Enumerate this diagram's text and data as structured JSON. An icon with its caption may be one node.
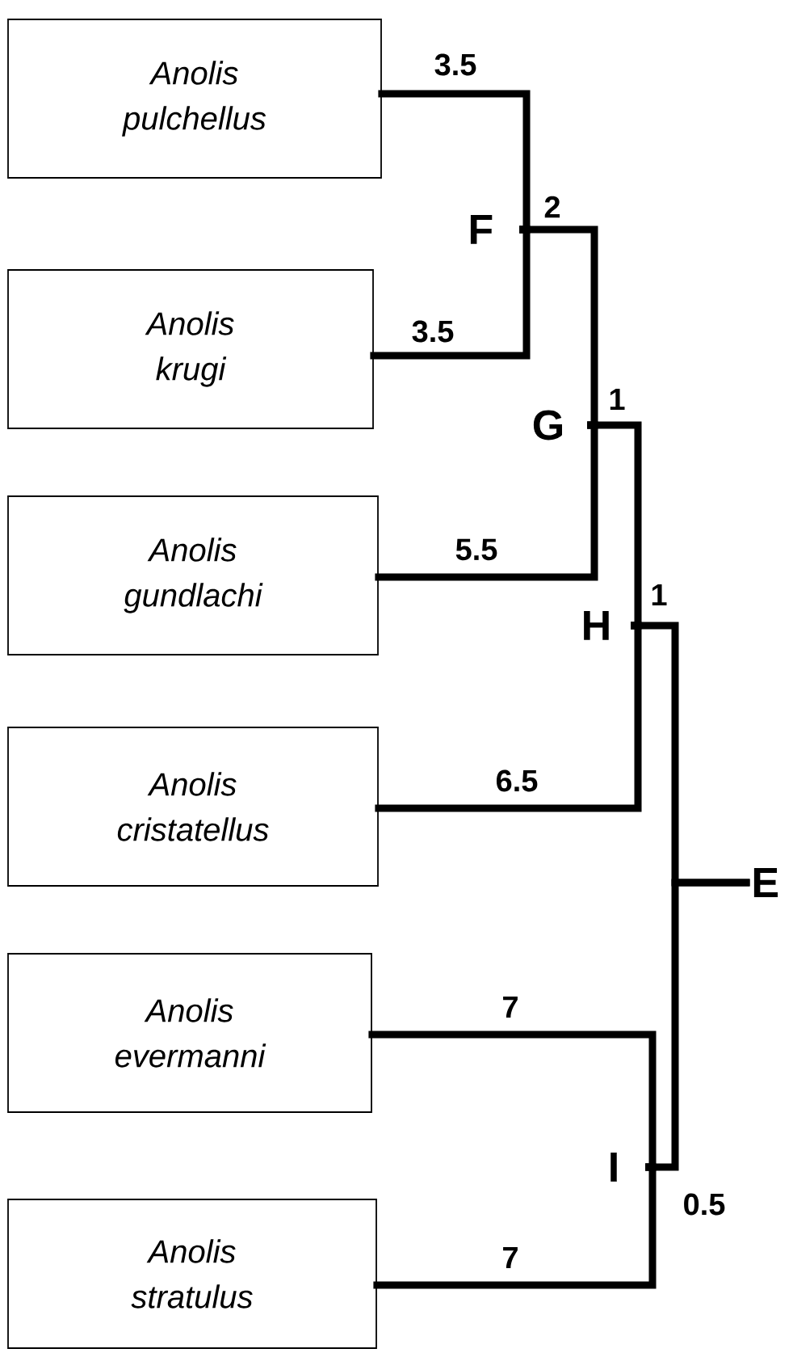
{
  "diagram": {
    "nodes": [
      {
        "text": [
          "Anolis pulchellus"
        ]
      },
      {
        "text": [
          "Anolis krugi"
        ]
      },
      {
        "text": [
          "Anolis gundlachi"
        ]
      },
      {
        "text": [
          "Anolis cristatellus"
        ]
      },
      {
        "text": [
          "Anolis evermanni"
        ]
      },
      {
        "text": [
          "Anolis stratulus"
        ]
      },
      {
        "text": [
          "F"
        ]
      },
      {
        "text": [
          "G"
        ]
      },
      {
        "text": [
          "H"
        ]
      },
      {
        "text": [
          "I"
        ]
      },
      {
        "text": [
          "E"
        ]
      }
    ],
    "edges": [
      {
        "from": 6,
        "to": 0,
        "arrow": "none",
        "label": "3.5"
      },
      {
        "from": 6,
        "to": 1,
        "arrow": "none",
        "label": "3.5"
      },
      {
        "from": 7,
        "to": 6,
        "arrow": "none",
        "label": "2"
      },
      {
        "from": 7,
        "to": 2,
        "arrow": "none",
        "label": "5.5"
      },
      {
        "from": 8,
        "to": 7,
        "arrow": "none",
        "label": "1"
      },
      {
        "from": 8,
        "to": 3,
        "arrow": "none",
        "label": "6.5"
      },
      {
        "from": 10,
        "to": 8,
        "arrow": "none",
        "label": "1"
      },
      {
        "from": 10,
        "to": 9,
        "arrow": "none",
        "label": "0.5"
      },
      {
        "from": 9,
        "to": 4,
        "arrow": "none",
        "label": "7"
      },
      {
        "from": 9,
        "to": 5,
        "arrow": "none",
        "label": "7"
      }
    ]
  }
}
